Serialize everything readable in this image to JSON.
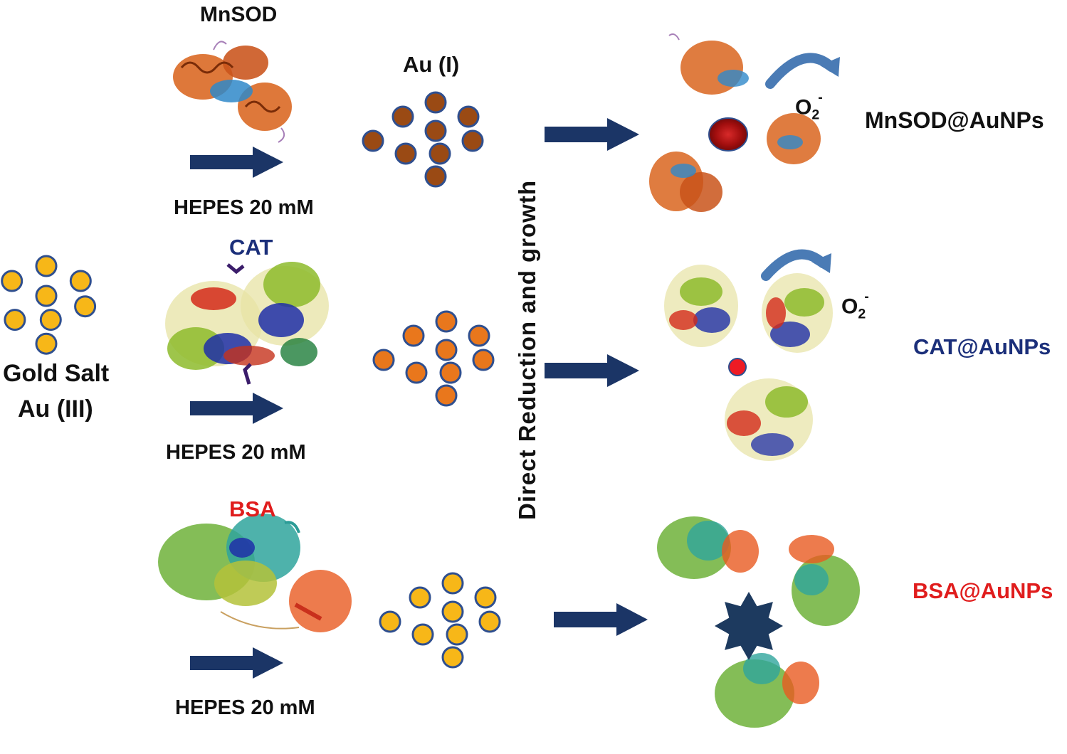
{
  "labels": {
    "mnsod": "MnSOD",
    "cat": "CAT",
    "bsa": "BSA",
    "hepes": "HEPES 20 mM",
    "au_i": "Au (I)",
    "gold_salt": "Gold Salt",
    "au_iii": "Au (III)",
    "process": "Direct  Reduction  and growth",
    "o2": "O",
    "o2_sub": "2",
    "o2_sup": "-",
    "mnsod_np": "MnSOD@AuNPs",
    "cat_np": "CAT@AuNPs",
    "bsa_np": "BSA@AuNPs"
  },
  "colors": {
    "gold": "#f7b718",
    "gold_border": "#2f4f8f",
    "brown": "#9a4a14",
    "orange": "#e9771c",
    "arrow": "#1b3566",
    "curved_arrow": "#4a7bb5",
    "np_dark_red": "#a10e0e",
    "np_red": "#ee1b24",
    "star": "#1d3a5f",
    "label_navy": "#1b2f7a",
    "label_red": "#e01d1d"
  }
}
